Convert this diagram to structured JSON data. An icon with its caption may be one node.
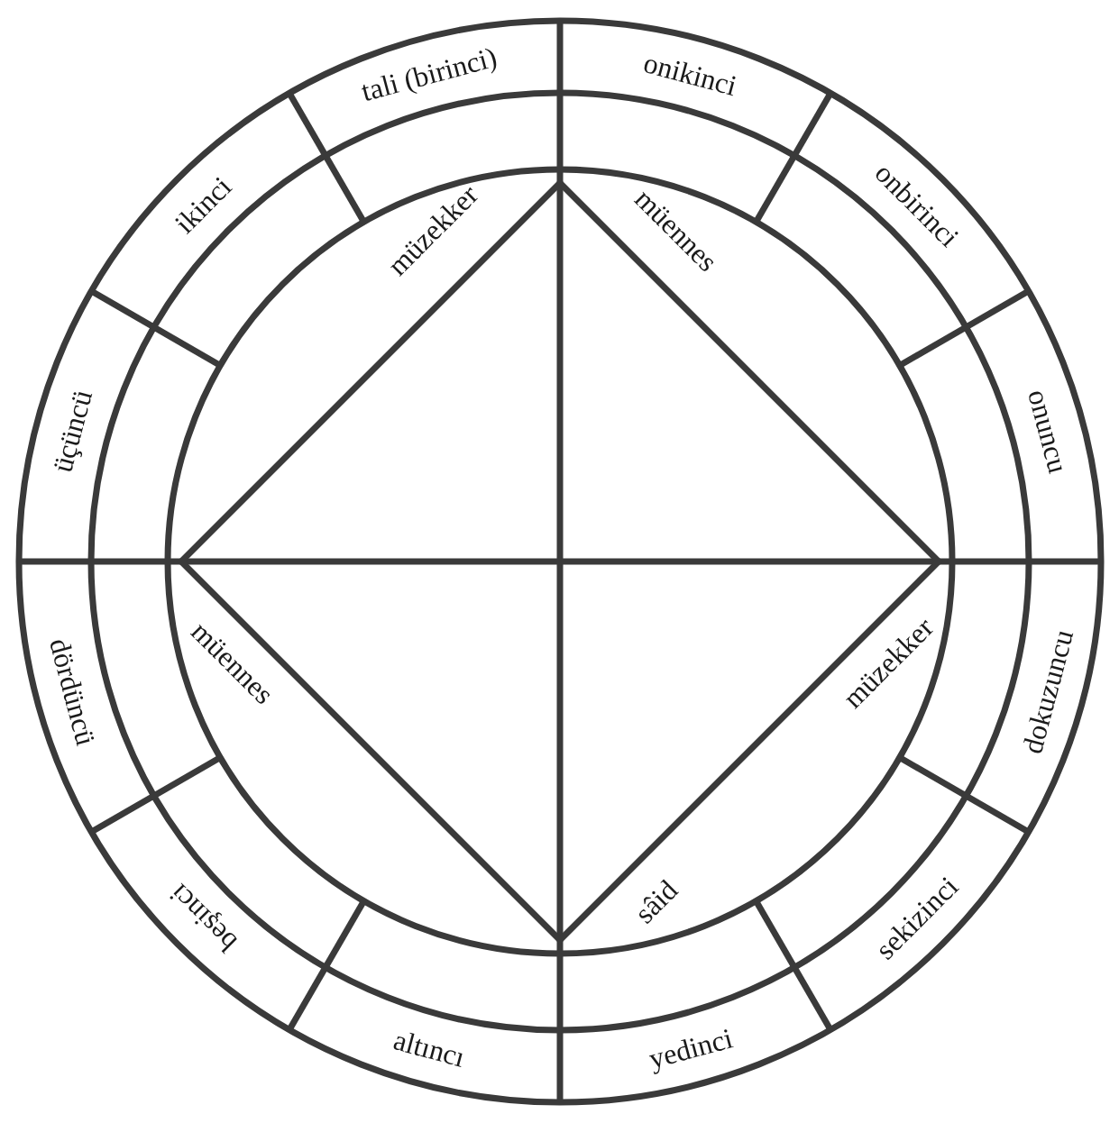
{
  "diagram": {
    "nodes": [
      {
        "text": [
          "tali (birinci)"
        ]
      },
      {
        "text": [
          "ikinci"
        ]
      },
      {
        "text": [
          "üçüncü"
        ]
      },
      {
        "text": [
          "dördüncü"
        ]
      },
      {
        "text": [
          "beşinci"
        ]
      },
      {
        "text": [
          "altıncı"
        ]
      },
      {
        "text": [
          "yedinci"
        ]
      },
      {
        "text": [
          "sekizinci"
        ]
      },
      {
        "text": [
          "dokuzuncu"
        ]
      },
      {
        "text": [
          "onuncu"
        ]
      },
      {
        "text": [
          "onbirinci"
        ]
      },
      {
        "text": [
          "onikinci"
        ]
      }
    ],
    "labels": [
      "müzekker",
      "müennes",
      "müennes",
      "müzekker",
      "sâid"
    ]
  }
}
